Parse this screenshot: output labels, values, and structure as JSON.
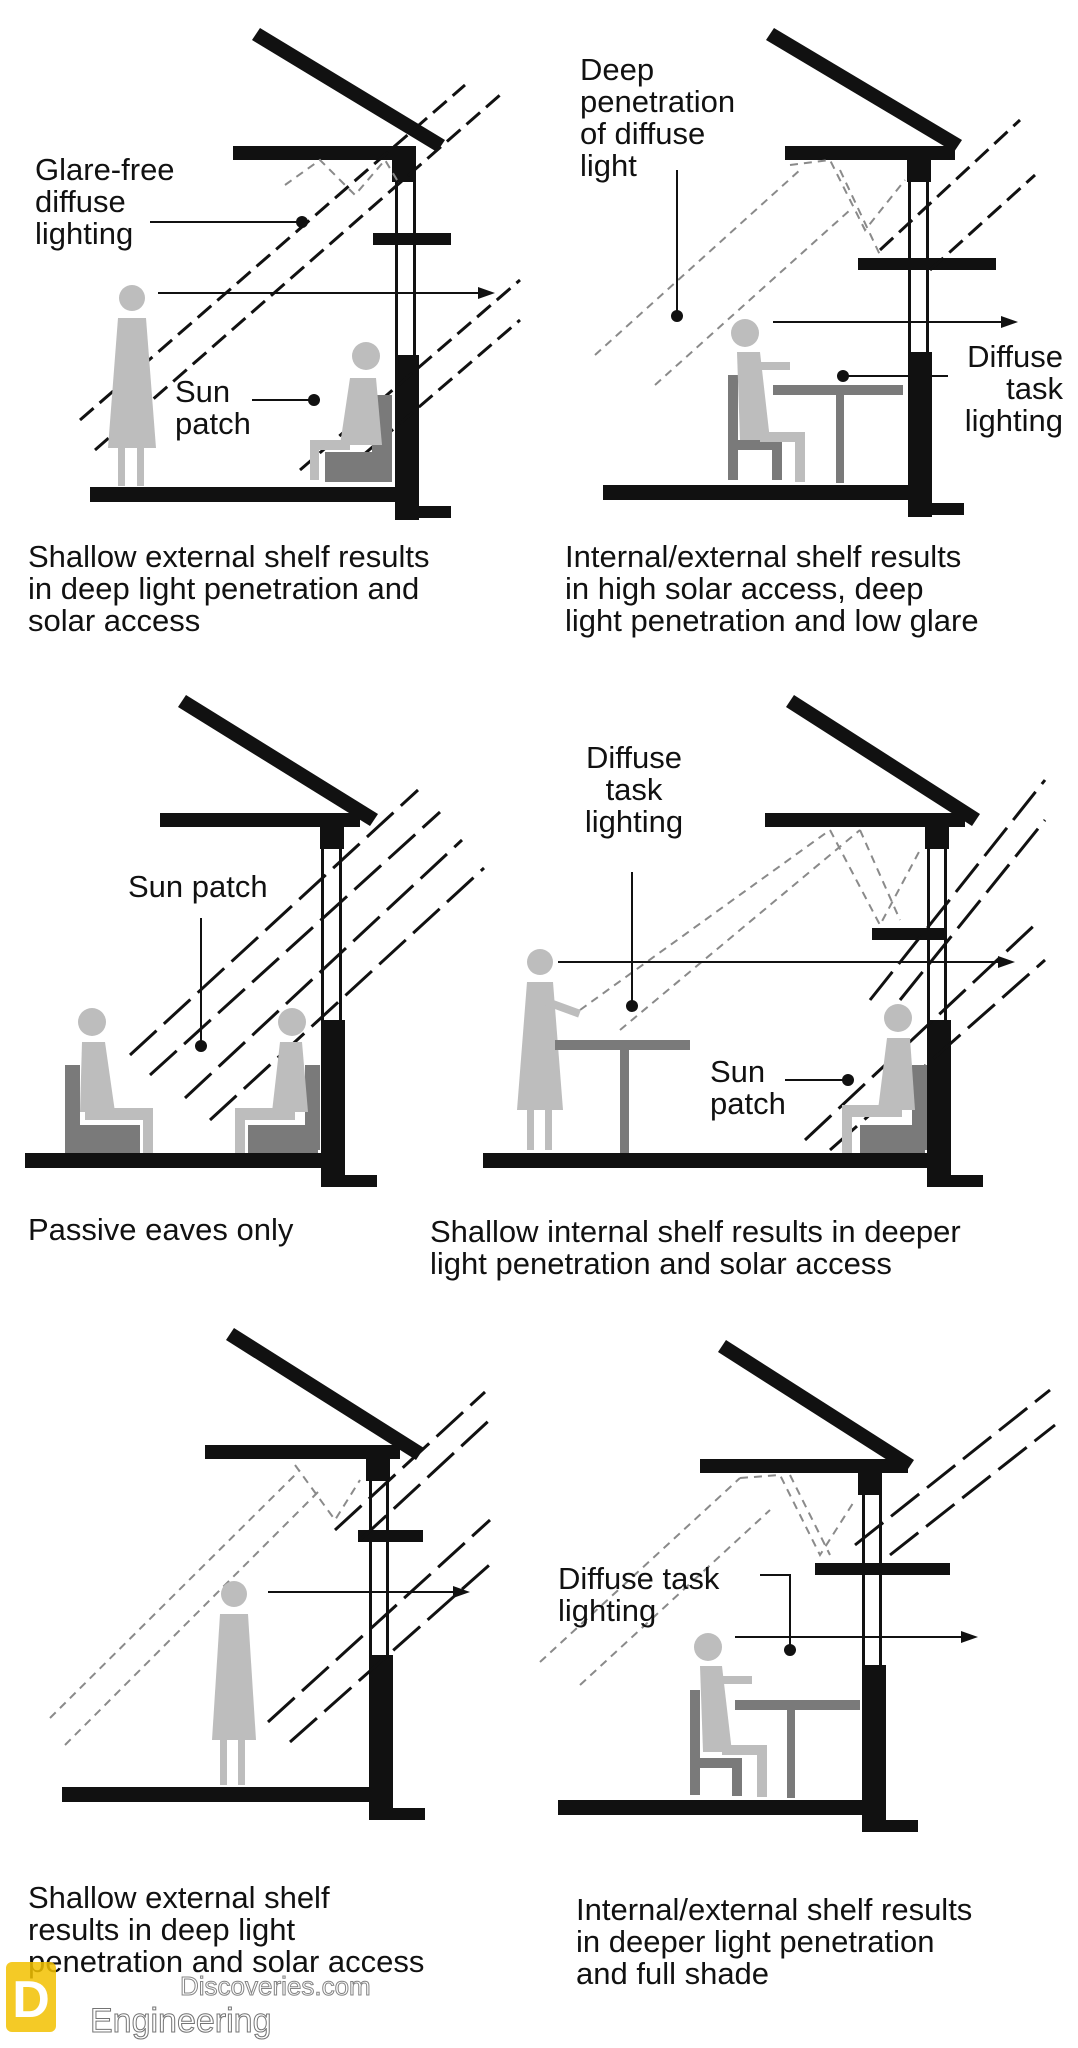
{
  "panels": [
    {
      "labels": [
        "Glare-free\ndiffuse\nlighting",
        "Sun\npatch"
      ],
      "caption": "Shallow external shelf results\nin deep light penetration and\nsolar access"
    },
    {
      "labels": [
        "Deep\npenetration\nof diffuse\nlight",
        "Diffuse\ntask\nlighting"
      ],
      "caption": "Internal/external shelf results\nin high solar access, deep\nlight penetration and low glare"
    },
    {
      "labels": [
        "Sun patch"
      ],
      "caption": "Passive eaves only"
    },
    {
      "labels": [
        "Diffuse\ntask\nlighting",
        "Sun\npatch"
      ],
      "caption": "Shallow internal shelf results in deeper\nlight penetration and solar access"
    },
    {
      "labels": [],
      "caption": "Shallow external shelf\nresults in deep light\npenetration and solar access"
    },
    {
      "labels": [
        "Diffuse task\nlighting"
      ],
      "caption": "Internal/external shelf results\nin deeper light penetration\nand full shade"
    }
  ],
  "watermark": {
    "logo_letter": "D",
    "line1": "Discoveries.com",
    "line2": "Engineering"
  },
  "colors": {
    "structure": "#111111",
    "figure": "#bdbdbd",
    "chair": "#7a7a7a",
    "rays": "#111111",
    "diffuse": "#8a8a8a"
  }
}
